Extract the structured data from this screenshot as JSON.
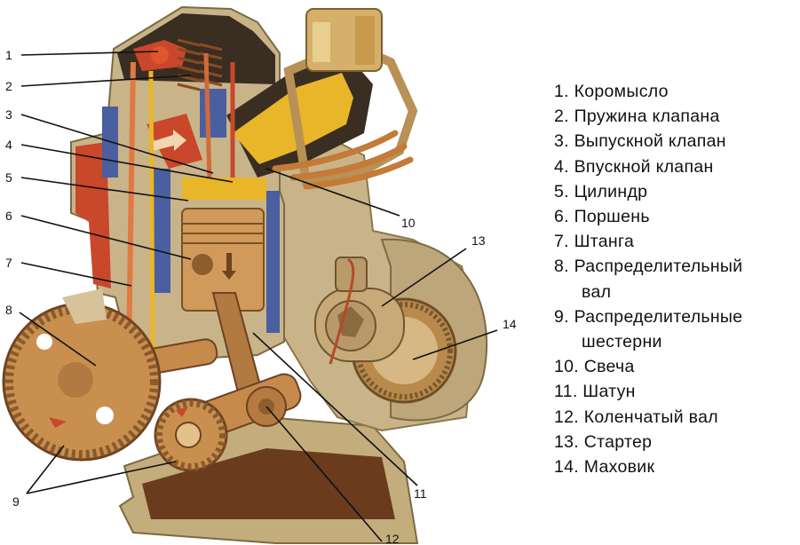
{
  "callouts": [
    "1",
    "2",
    "3",
    "4",
    "5",
    "6",
    "7",
    "8",
    "9",
    "10",
    "11",
    "12",
    "13",
    "14"
  ],
  "legend": {
    "items": [
      "1. Коромысло",
      "2. Пружина клапана",
      "3. Выпускной клапан",
      "4. Впускной клапан",
      "5. Цилиндр",
      "6. Поршень",
      "7. Штанга",
      "8. Распределительный",
      "вал",
      "9. Распределительные",
      "шестерни",
      "10. Свеча",
      "11. Шатун",
      "12. Коленчатый вал",
      "13. Стартер",
      "14. Маховик"
    ]
  },
  "colors": {
    "block": "#c9b48a",
    "block_dark": "#9c8458",
    "copper": "#c8863f",
    "red_cut": "#c9472a",
    "coolant": "#4a5fa0",
    "flame": "#e8b628",
    "sump": "#6b3b1d",
    "text": "#111111"
  }
}
